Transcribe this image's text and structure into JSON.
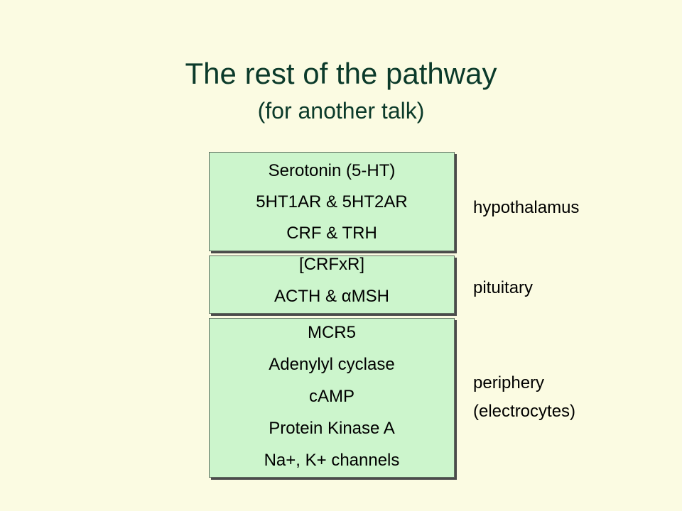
{
  "title": "The rest of the pathway",
  "subtitle": "(for another talk)",
  "boxes": [
    {
      "lines": [
        "Serotonin (5-HT)",
        "5HT1AR & 5HT2AR",
        "CRF & TRH"
      ],
      "region": "hypothalamus"
    },
    {
      "lines": [
        "[CRFxR]",
        "ACTH & αMSH"
      ],
      "region": "pituitary"
    },
    {
      "lines": [
        "MCR5",
        "Adenylyl cyclase",
        "cAMP",
        "Protein Kinase A",
        "Na+, K+ channels"
      ],
      "region_lines": [
        "periphery",
        "(electrocytes)"
      ]
    }
  ],
  "colors": {
    "background": "#fbfbe2",
    "box_fill": "#ccf5cc",
    "title": "#0b3a2a"
  }
}
